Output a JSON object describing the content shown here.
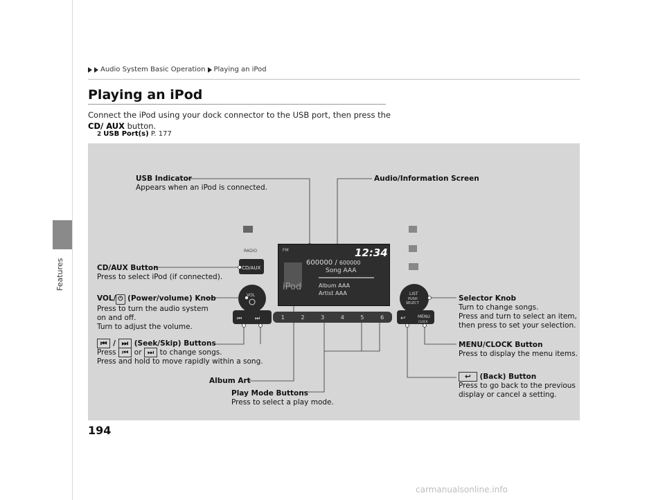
{
  "side_label": "Features",
  "breadcrumb": [
    "Audio System Basic Operation",
    "Playing an iPod"
  ],
  "title": "Playing an iPod",
  "intro": {
    "text_before": "Connect the iPod using your dock connector to the USB port, then press the ",
    "bold": "CD/ AUX",
    "text_after": " button."
  },
  "xref": {
    "label": "USB Port(s)",
    "page": "P. 177"
  },
  "callouts": {
    "usb_indicator": {
      "title": "USB Indicator",
      "desc": "Appears when an iPod is connected."
    },
    "audio_screen": {
      "title": "Audio/Information Screen"
    },
    "cd_aux": {
      "title": "CD/AUX Button",
      "desc": "Press to select iPod (if connected)."
    },
    "vol": {
      "title_pre": "VOL/",
      "title_post": " (Power/volume) Knob",
      "desc1": "Press to turn the audio system",
      "desc2": "on and off.",
      "desc3": "Turn to adjust the volume."
    },
    "seek": {
      "title": " (Seek/Skip) Buttons",
      "desc_pre": "Press",
      "desc_mid": "or",
      "desc_post": "to change songs.",
      "desc2": "Press and hold to move rapidly within a song."
    },
    "album_art": {
      "title": "Album Art"
    },
    "play_mode": {
      "title": "Play Mode Buttons",
      "desc": "Press to select a play mode."
    },
    "selector": {
      "title": "Selector Knob",
      "desc1": "Turn to change songs.",
      "desc2": "Press and turn to select an item,",
      "desc3": "then press to set your selection."
    },
    "menu_clock": {
      "title": "MENU/CLOCK Button",
      "desc": "Press to display the menu items."
    },
    "back": {
      "title": " (Back) Button",
      "desc1": "Press to go back to the previous",
      "desc2": "display or cancel a setting."
    }
  },
  "device": {
    "time": "12:34",
    "track_count": "600000",
    "track_total": "600000",
    "song": "Song AAA",
    "album": "Album AAA",
    "artist": "Artist AAA",
    "source_label": "iPod",
    "cd_aux_label": "CD/AUX",
    "radio_label": "RADIO",
    "vol_label": "VOL",
    "list_label": "LIST",
    "push_label": "PUSH",
    "select_label": "SELECT",
    "menu_label": "MENU",
    "clock_label": "CLOCK",
    "presets": [
      "1",
      "2",
      "3",
      "4",
      "5",
      "6"
    ]
  },
  "page_number": "194",
  "watermark": "carmanualsonline.info"
}
